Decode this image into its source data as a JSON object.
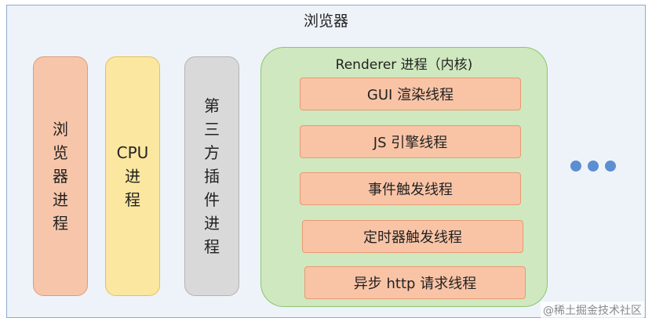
{
  "title": "浏览器",
  "columns": {
    "browser_process": "浏览器进程",
    "cpu_label": "CPU",
    "cpu_process": "进程",
    "plugin_process": "第三方插件进程"
  },
  "renderer": {
    "title": "Renderer 进程（内核)",
    "threads": [
      "GUI 渲染线程",
      "JS 引擎线程",
      "事件触发线程",
      "定时器触发线程",
      "异步 http 请求线程"
    ]
  },
  "more_indicator_icon": "ellipsis-dots",
  "colors": {
    "frame_bg": "#eef3fa",
    "browser_process": "#f7c6aa",
    "cpu_process": "#fce7a0",
    "plugin_process": "#d9d9d9",
    "renderer_bg": "#cfe8bf",
    "thread": "#f9c4a6",
    "dots": "#5b8fd1"
  },
  "watermark": "@稀土掘金技术社区"
}
